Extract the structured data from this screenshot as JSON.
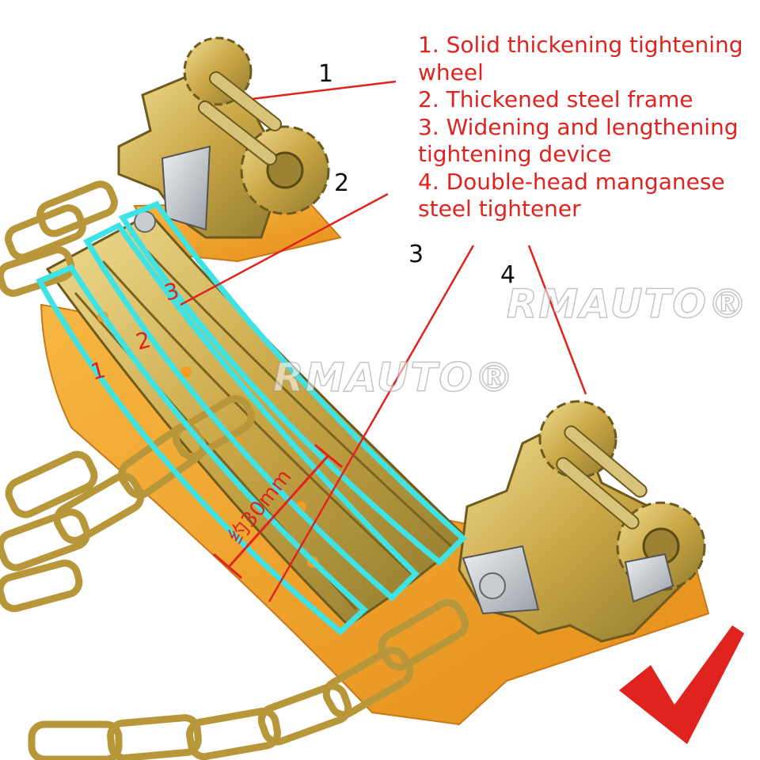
{
  "features": [
    "1. Solid thickening tightening wheel",
    "2. Thickened steel frame",
    "3. Widening and lengthening tightening device",
    "4. Double-head manganese steel tightener"
  ],
  "callouts": [
    "1",
    "2",
    "3",
    "4"
  ],
  "track_labels": [
    "1",
    "2",
    "3"
  ],
  "measurement": "约30mm",
  "watermark": "RMAUTO®",
  "colors": {
    "annotation_red": "#e0231e",
    "highlight_cyan": "#3fe3e3",
    "base_orange": "#f5a32a",
    "metal_gold": "#c9a645"
  }
}
